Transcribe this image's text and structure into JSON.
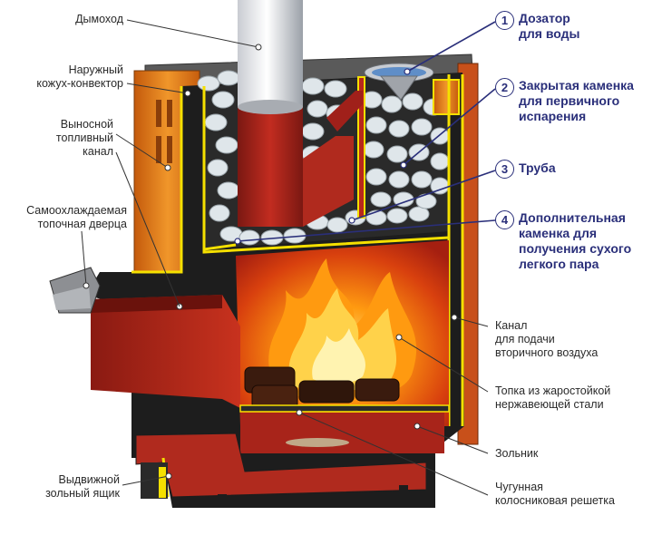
{
  "left_labels": [
    {
      "id": "chimney",
      "text": "Дымоход"
    },
    {
      "id": "casing",
      "text": "Наружный\nкожух-конвектор"
    },
    {
      "id": "fuel_channel",
      "text": "Выносной\nтопливный\nканал"
    },
    {
      "id": "door",
      "text": "Самоохлаждаемая\nтопочная дверца"
    },
    {
      "id": "ash_drawer",
      "text": "Выдвижной\nзольный ящик"
    }
  ],
  "numbered_labels": [
    {
      "num": "1",
      "text": "Дозатор\nдля воды"
    },
    {
      "num": "2",
      "text": "Закрытая каменка\nдля первичного\nиспарения"
    },
    {
      "num": "3",
      "text": "Труба"
    },
    {
      "num": "4",
      "text": "Дополнительная\nкаменка для\nполучения сухого\nлегкого пара"
    }
  ],
  "right_labels": [
    {
      "id": "air_channel",
      "text": "Канал\nдля подачи\nвторичного воздуха"
    },
    {
      "id": "firebox",
      "text": "Топка из жаростойкой\nнержавеющей стали"
    },
    {
      "id": "ashpit",
      "text": "Зольник"
    },
    {
      "id": "grate",
      "text": "Чугунная\nколосниковая решетка"
    }
  ],
  "colors": {
    "accent_blue": "#2a2f7a",
    "body_red": "#a0201a",
    "casing_orange": "#e07b1a",
    "edge_yellow": "#f5e000",
    "flame": "#ffb000"
  }
}
